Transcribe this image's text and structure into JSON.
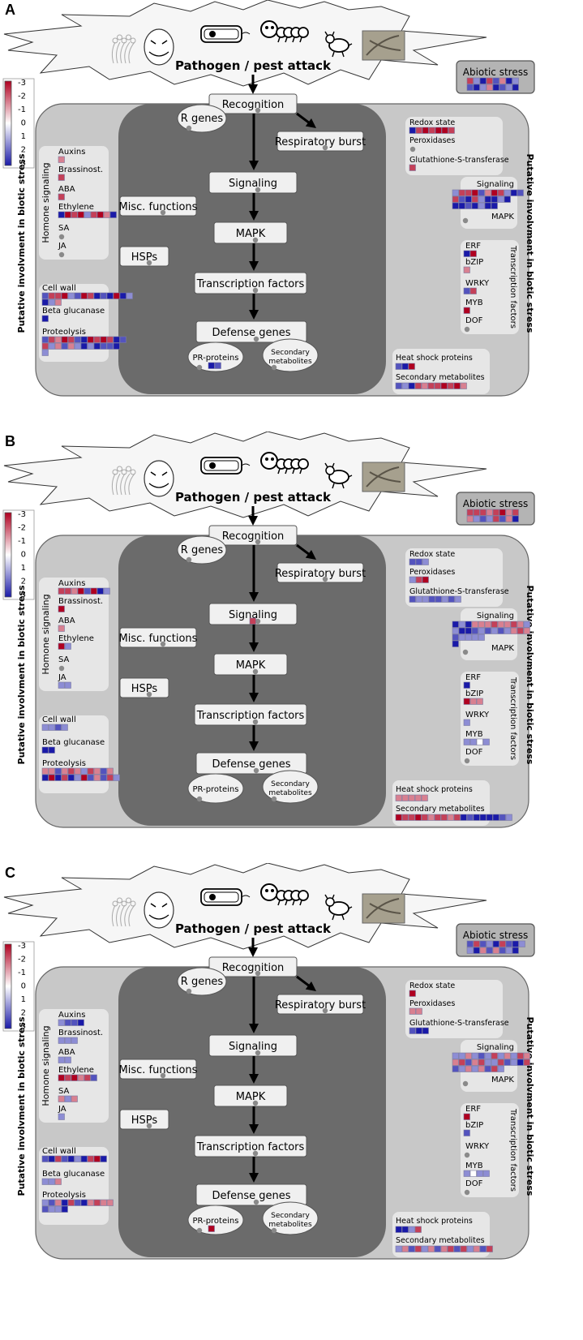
{
  "colors": {
    "outer": "#c8c8c8",
    "inner": "#6b6b6b",
    "node": "#f0f0f0",
    "box": "#e6e6e6",
    "dot": "#8a8a8a",
    "high": "#b00020",
    "low": "#1a1aa8"
  },
  "labels": {
    "pathogen": "Pathogen / pest attack",
    "abiotic": "Abiotic stress",
    "recognition": "Recognition",
    "r_genes": "R genes",
    "resp_burst": "Respiratory burst",
    "signaling": "Signaling",
    "misc": "Misc. functions",
    "mapk": "MAPK",
    "hsps": "HSPs",
    "tf": "Transcription factors",
    "defense": "Defense genes",
    "pr_proteins": "PR-proteins",
    "sec_met_1": "Secondary",
    "sec_met_2": "metabolites",
    "hormone_signaling": "Homone signaling",
    "auxins": "Auxins",
    "brassinost": "Brassinost.",
    "aba": "ABA",
    "ethylene": "Ethylene",
    "sa": "SA",
    "ja": "JA",
    "cell_wall": "Cell wall",
    "beta_glucanase": "Beta glucanase",
    "proteolysis": "Proteolysis",
    "redox_state": "Redox state",
    "peroxidases": "Peroxidases",
    "gst": "Glutathione-S-transferase",
    "r_signaling": "Signaling",
    "r_mapk": "MAPK",
    "erf": "ERF",
    "bzip": "bZIP",
    "wrky": "WRKY",
    "myb": "MYB",
    "dof": "DOF",
    "tf_vertical": "Transcription factors",
    "heat_shock": "Heat shock proteins",
    "secondary_metabolites": "Secondary metabolites",
    "side_label": "Putative involvment in biotic stress"
  },
  "legend": {
    "ticks": [
      "-3",
      "-2",
      "-1",
      "0",
      "1",
      "2",
      "3"
    ]
  },
  "panels": [
    {
      "letter": "A",
      "heatmaps": {
        "abiotic": [
          [
            -2,
            1,
            3,
            -2,
            2,
            -1,
            3,
            1
          ],
          [
            2,
            3,
            1,
            -1,
            3,
            2,
            1,
            3
          ]
        ],
        "auxins": [
          [
            -1
          ]
        ],
        "brassinost": [
          [
            -2
          ]
        ],
        "aba": [
          [
            -2
          ]
        ],
        "ethylene": [
          [
            3,
            -3,
            -2,
            -3,
            1,
            -2,
            -3,
            -1,
            3
          ]
        ],
        "cell_wall": [
          [
            2,
            -2,
            -2,
            -3,
            1,
            2,
            -3,
            -2,
            3,
            2,
            3,
            -3,
            3,
            1
          ],
          [
            3,
            1,
            -1
          ]
        ],
        "beta_glucanase": [
          [
            3
          ]
        ],
        "proteolysis": [
          [
            2,
            -2,
            -1,
            -3,
            -2,
            2,
            3,
            -3,
            -2,
            -3,
            -2,
            3,
            2
          ],
          [
            -2,
            1,
            -1,
            2,
            -1,
            1,
            3,
            1,
            3,
            2,
            2,
            3
          ],
          [
            1
          ]
        ],
        "redox": [
          [
            3,
            -2,
            -3,
            -2,
            -3,
            -3,
            -2
          ]
        ],
        "gst": [
          [
            -2
          ]
        ],
        "r_signaling": [
          [
            1,
            -2,
            -2,
            -3,
            2,
            -1,
            -3,
            -2,
            1,
            3,
            2
          ],
          [
            -2,
            2,
            3,
            -2,
            1,
            3,
            3,
            1,
            3
          ],
          [
            3,
            3,
            2,
            3,
            1,
            3,
            3
          ]
        ],
        "erf": [
          [
            3,
            -3
          ]
        ],
        "bzip": [
          [
            -1
          ]
        ],
        "wrky": [
          [
            2,
            -2
          ]
        ],
        "myb": [
          [
            -3
          ]
        ],
        "pr": [
          [
            3,
            2
          ]
        ],
        "heat_shock": [
          [
            2,
            3,
            -3
          ]
        ],
        "sec_met": [
          [
            2,
            1,
            3,
            -2,
            -1,
            -2,
            -2,
            -3,
            -2,
            -3,
            -1
          ]
        ]
      }
    },
    {
      "letter": "B",
      "heatmaps": {
        "abiotic": [
          [
            -2,
            -2,
            -2,
            -1,
            -2,
            -3,
            -1,
            -2
          ],
          [
            -1,
            1,
            2,
            1,
            -2,
            2,
            -1,
            3
          ]
        ],
        "auxins": [
          [
            -2,
            -2,
            -1,
            -3,
            2,
            -3,
            3,
            1
          ]
        ],
        "brassinost": [
          [
            -3
          ]
        ],
        "aba": [
          [
            -1
          ]
        ],
        "ethylene": [
          [
            -3,
            1
          ]
        ],
        "ja": [
          [
            1,
            1
          ]
        ],
        "cell_wall": [
          [
            1,
            1,
            2,
            1
          ]
        ],
        "beta_glucanase": [
          [
            3,
            3
          ]
        ],
        "proteolysis": [
          [
            -1,
            -1,
            2,
            -1,
            -2,
            -1,
            1,
            -2,
            -1,
            2,
            -1
          ],
          [
            3,
            -3,
            3,
            -2,
            3,
            1,
            -3,
            2,
            -1,
            2,
            -2,
            1
          ]
        ],
        "redox": [
          [
            2,
            2,
            1
          ]
        ],
        "peroxidases": [
          [
            1,
            -2,
            -3
          ]
        ],
        "gst": [
          [
            2,
            1,
            1,
            2,
            2,
            1,
            2,
            1
          ]
        ],
        "signaling_center": [
          [
            -2
          ]
        ],
        "r_signaling": [
          [
            3,
            1,
            3,
            -1,
            -1,
            -1,
            -2,
            -1,
            -1,
            -2,
            -1,
            1
          ],
          [
            1,
            3,
            3,
            2,
            1,
            2,
            1,
            2,
            1,
            -1,
            -2,
            -1
          ],
          [
            2,
            1,
            1,
            1,
            1
          ],
          [
            3
          ]
        ],
        "erf": [
          [
            3
          ]
        ],
        "bzip": [
          [
            -3,
            -1,
            -1
          ]
        ],
        "wrky": [
          [
            1
          ]
        ],
        "myb": [
          [
            1,
            1,
            0,
            1
          ]
        ],
        "heat_shock": [
          [
            -1,
            -1,
            -1,
            -1,
            -1
          ]
        ],
        "sec_met": [
          [
            -3,
            -2,
            -2,
            -3,
            -2,
            -1,
            -2,
            -2,
            -1,
            -2,
            3,
            2,
            3,
            3,
            3,
            3,
            2,
            1
          ]
        ]
      }
    },
    {
      "letter": "C",
      "heatmaps": {
        "abiotic": [
          [
            2,
            -2,
            2,
            1,
            3,
            -2,
            2,
            3,
            1
          ],
          [
            1,
            3,
            -1,
            2,
            -1,
            2,
            1,
            3
          ]
        ],
        "auxins": [
          [
            1,
            2,
            2,
            3
          ]
        ],
        "brassinost": [
          [
            1,
            1,
            1
          ]
        ],
        "aba": [
          [
            1,
            1
          ]
        ],
        "ethylene": [
          [
            -3,
            -2,
            -3,
            -1,
            -2,
            2
          ]
        ],
        "sa": [
          [
            -1,
            1,
            -1
          ]
        ],
        "ja": [
          [
            1
          ]
        ],
        "cell_wall": [
          [
            2,
            3,
            -2,
            2,
            3,
            1,
            3,
            -2,
            -3,
            3
          ]
        ],
        "beta_glucanase": [
          [
            1,
            1,
            -1
          ]
        ],
        "proteolysis": [
          [
            1,
            2,
            -1,
            3,
            -2,
            2,
            3,
            -1,
            -2,
            -1,
            -1
          ],
          [
            2,
            1,
            1,
            3
          ]
        ],
        "redox": [
          [
            -3
          ]
        ],
        "peroxidases": [
          [
            -1,
            -1
          ]
        ],
        "gst": [
          [
            2,
            3,
            3
          ]
        ],
        "r_signaling": [
          [
            1,
            1,
            -1,
            1,
            2,
            1,
            -2,
            1,
            -1,
            1,
            -2,
            -1
          ],
          [
            -1,
            -2,
            2,
            -1,
            -2,
            1,
            1,
            -2,
            2,
            1,
            3,
            -2
          ],
          [
            2,
            1,
            -1,
            1,
            -1,
            2,
            -2,
            1
          ]
        ],
        "erf": [
          [
            -3
          ]
        ],
        "bzip": [
          [
            2
          ]
        ],
        "myb": [
          [
            1,
            0,
            1,
            1
          ]
        ],
        "pr": [
          [
            -3
          ]
        ],
        "heat_shock": [
          [
            3,
            3,
            1,
            -2
          ]
        ],
        "sec_met": [
          [
            1,
            -1,
            2,
            -2,
            1,
            -1,
            2,
            -1,
            -2,
            2,
            -2,
            1,
            -1,
            2,
            -2
          ]
        ]
      }
    }
  ]
}
